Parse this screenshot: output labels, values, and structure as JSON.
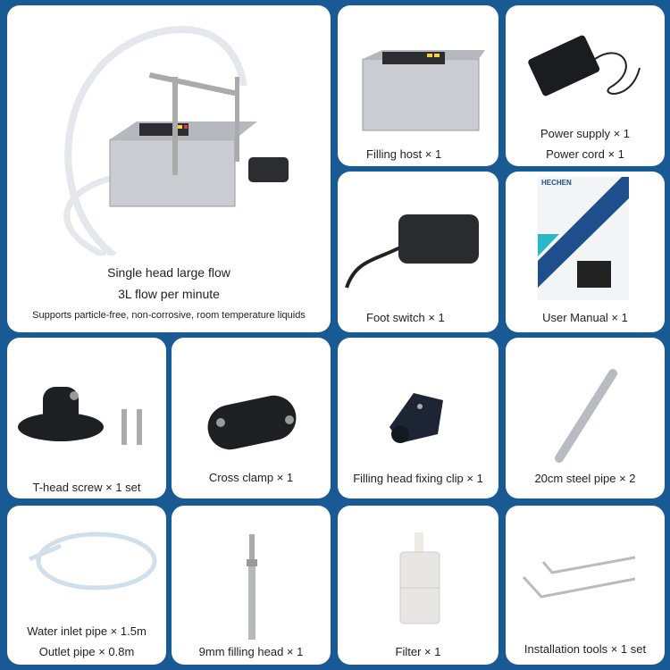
{
  "colors": {
    "background": "#1a5a94",
    "card": "#ffffff",
    "text": "#222222"
  },
  "hero": {
    "line1": "Single head large flow",
    "line2": "3L flow per minute",
    "line3": "Supports particle-free, non-corrosive, room temperature liquids"
  },
  "items": [
    {
      "label": "Filling host × 1"
    },
    {
      "label1": "Power supply × 1",
      "label2": "Power cord × 1"
    },
    {
      "label": "Foot switch × 1"
    },
    {
      "label": "User Manual × 1",
      "brand": "HECHEN"
    },
    {
      "label": "T-head screw × 1 set"
    },
    {
      "label": "Cross clamp × 1"
    },
    {
      "label": "Filling head fixing clip × 1"
    },
    {
      "label": "20cm steel pipe × 2"
    },
    {
      "label1": "Water inlet pipe × 1.5m",
      "label2": "Outlet pipe × 0.8m"
    },
    {
      "label": "9mm filling head × 1"
    },
    {
      "label": "Filter × 1"
    },
    {
      "label": "Installation tools × 1 set"
    }
  ]
}
